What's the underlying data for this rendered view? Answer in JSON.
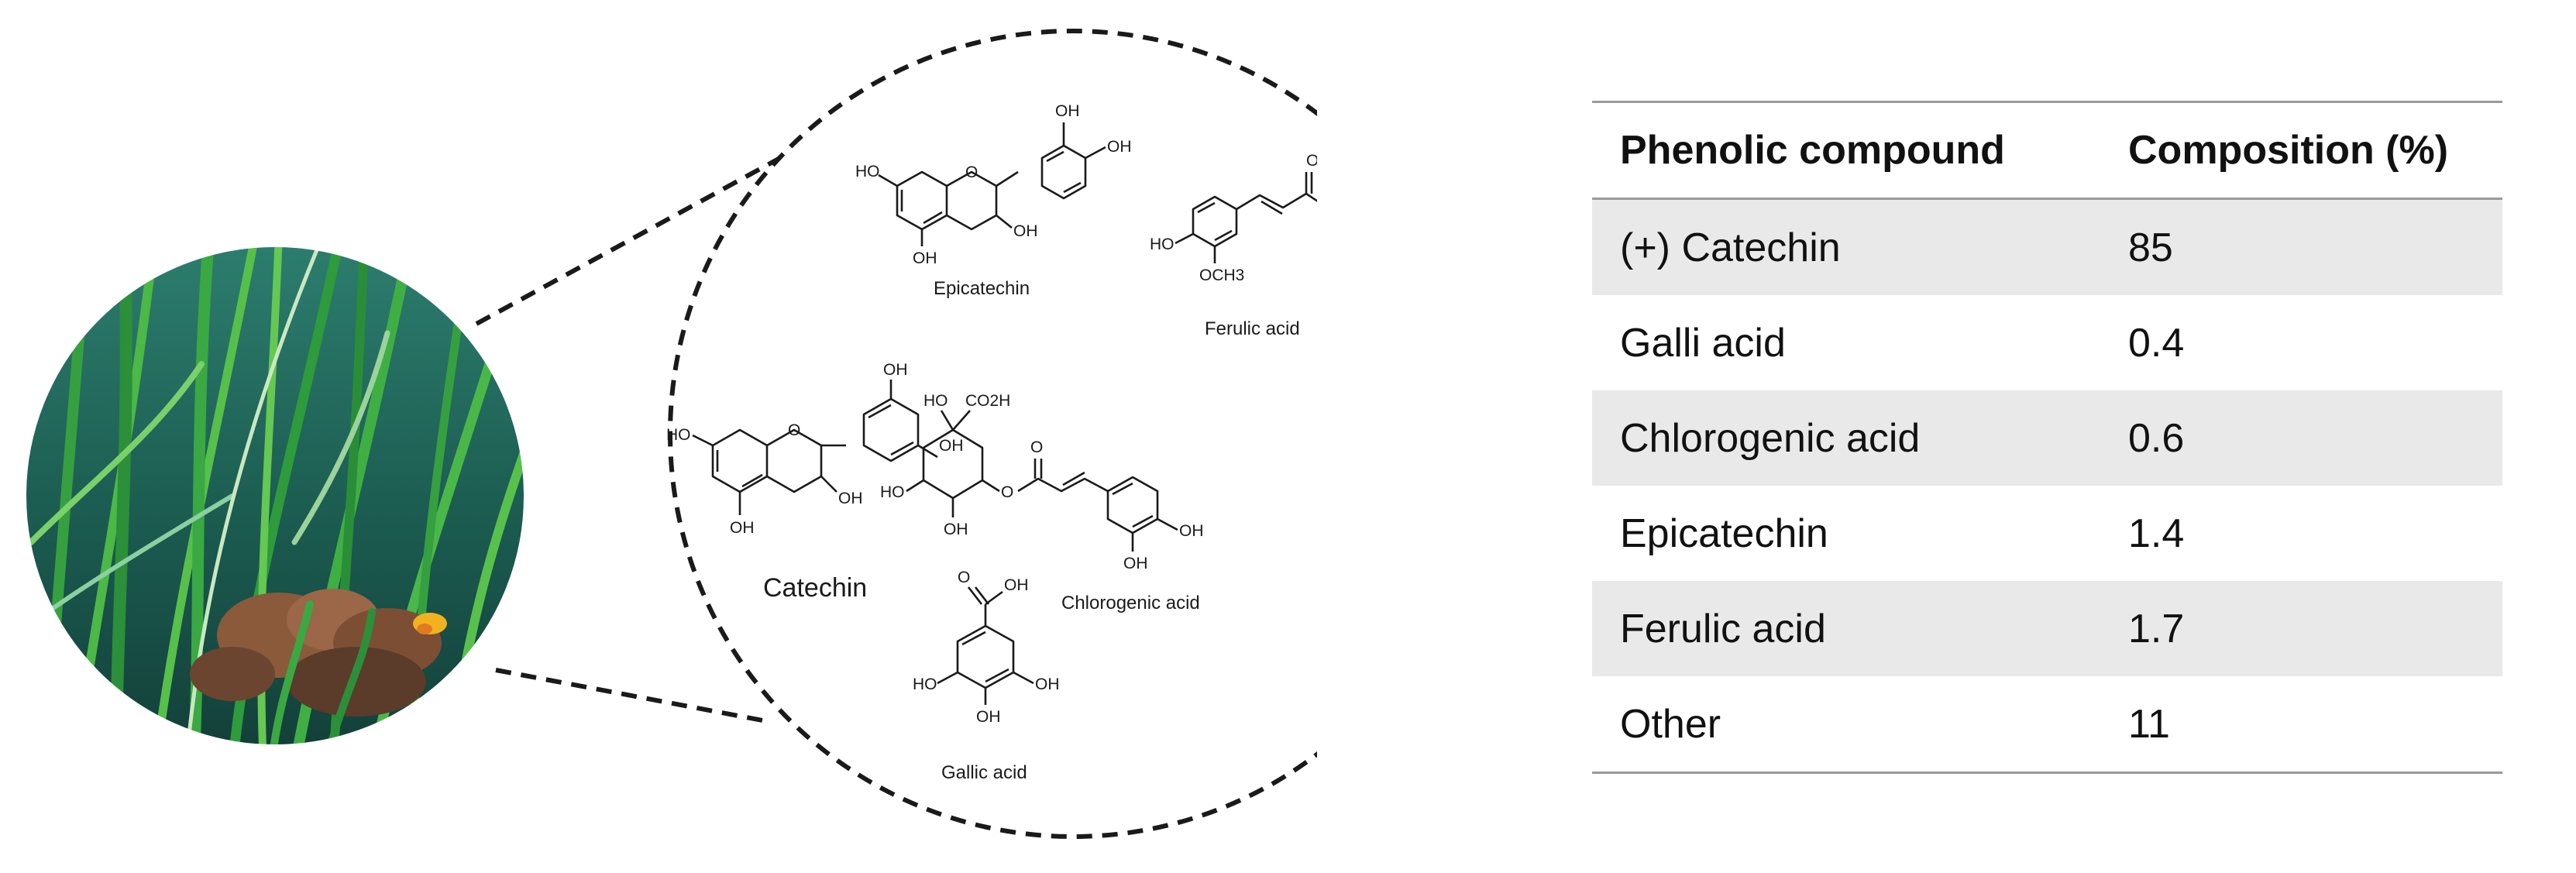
{
  "figure": {
    "molecules": [
      {
        "name": "Epicatechin"
      },
      {
        "name": "Ferulic acid"
      },
      {
        "name": "Catechin"
      },
      {
        "name": "Chlorogenic acid"
      },
      {
        "name": "Gallic acid"
      }
    ],
    "atom_labels": {
      "oh": "OH",
      "ho": "HO",
      "o": "O",
      "och3": "OCH3",
      "co2h": "CO2H"
    }
  },
  "table": {
    "headers": [
      "Phenolic compound",
      "Composition (%)"
    ],
    "rows": [
      {
        "compound": "(+) Catechin",
        "composition": "85"
      },
      {
        "compound": "Galli acid",
        "composition": "0.4"
      },
      {
        "compound": "Chlorogenic acid",
        "composition": "0.6"
      },
      {
        "compound": "Epicatechin",
        "composition": "1.4"
      },
      {
        "compound": "Ferulic acid",
        "composition": "1.7"
      },
      {
        "compound": "Other",
        "composition": "11"
      }
    ]
  },
  "colors": {
    "seagrass_green": "#2f9a3c",
    "water_teal": "#1f6e64",
    "table_stripe": "#e9e9e9",
    "table_rule": "#9a9a9a"
  }
}
